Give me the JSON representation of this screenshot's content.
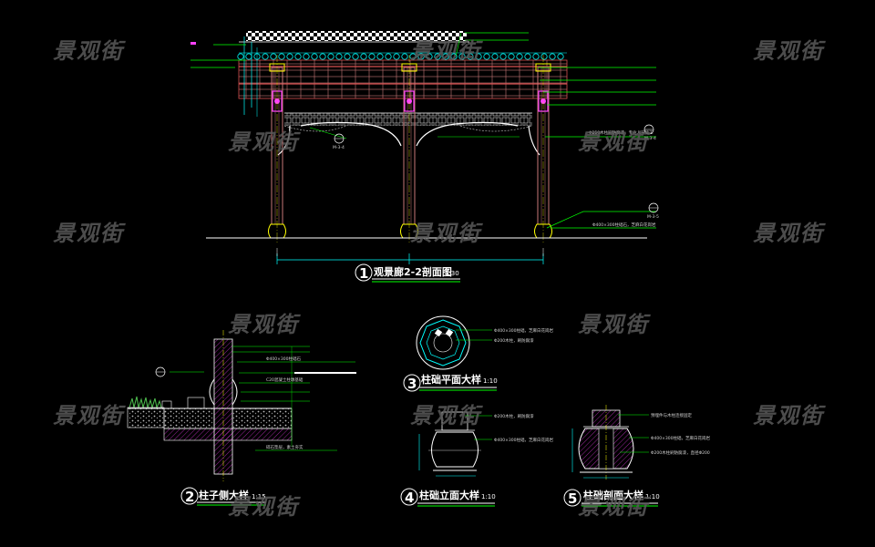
{
  "watermark": "景观街",
  "colors": {
    "background": "#000000",
    "line": "#ffffff",
    "leader": "#00ff00",
    "dimension": "#00ffff",
    "wood": "#c87878",
    "beam": "#d85050",
    "accent": "#ff40ff",
    "yellow": "#ffff00",
    "grass": "#4fbf4f",
    "watermark": "#5a5a5a"
  },
  "views": {
    "elevation": {
      "num": "1",
      "title": "观景廊2-2剖面图",
      "scale": "1:30"
    },
    "column_section": {
      "num": "2",
      "title": "柱子侧大样",
      "scale": "1:15"
    },
    "base_plan": {
      "num": "3",
      "title": "柱础平面大样",
      "scale": "1:10"
    },
    "base_elevation": {
      "num": "4",
      "title": "柱础立面大样",
      "scale": "1:10"
    },
    "base_section": {
      "num": "5",
      "title": "柱础剖面大样",
      "scale": "1:10"
    }
  },
  "annotations": {
    "main_right_1": "Φ250木柱刷防腐漆，专业人员施工",
    "main_right_2": "Φ400×300柱础石，芝麻白花岗岩",
    "plan_1": "Φ400×300柱础，芝麻白花岗岩",
    "plan_2": "Φ200木柱，刷防腐漆",
    "elev4_1": "Φ200木柱，刷防腐漆",
    "elev4_2": "Φ400×300柱础，芝麻白花岗岩",
    "sec5_1": "预埋件与木柱连接固定",
    "sec5_2": "Φ400×300柱础，芝麻白花岗岩",
    "sec5_3": "Φ200木柱刷防腐漆，直径Φ200",
    "col2_1": "Φ400×300柱础石",
    "col2_2": "C20混凝土柱墩基础",
    "col2_3": "碎石垫层，素土夯实"
  },
  "detail_tags": {
    "a": "M-3-4",
    "b": "M-3-5",
    "c": "M-3-4"
  }
}
